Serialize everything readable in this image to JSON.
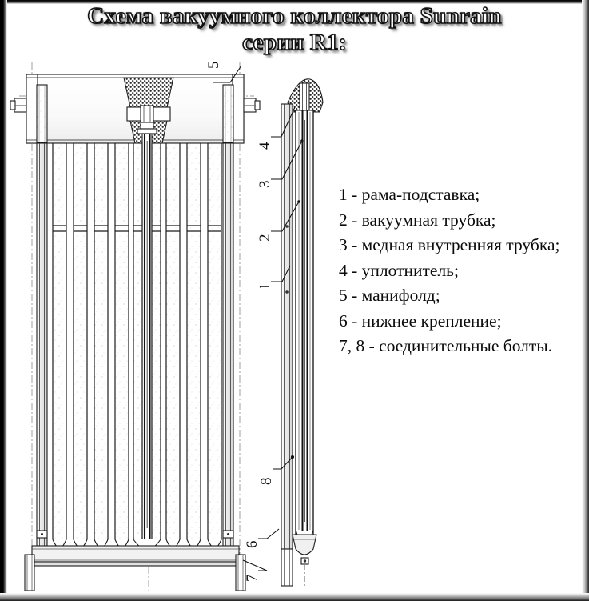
{
  "title": {
    "line1": "Схема вакуумного коллектора Sunrain",
    "line2": "серии R1:"
  },
  "legend": {
    "items": [
      "1 - рама-подставка;",
      "2 - вакуумная трубка;",
      "3 - медная внутренняя трубка;",
      "4 - уплотнитель;",
      "5 - манифолд;",
      "6 - нижнее крепление;",
      "7, 8 - соединительные болты."
    ]
  },
  "callouts": {
    "c1": "1",
    "c2": "2",
    "c3": "3",
    "c4": "4",
    "c5": "5",
    "c6": "6",
    "c7": "7",
    "c8": "8"
  },
  "diagram": {
    "front_view_name": "front-elevation-collector",
    "side_view_name": "side-section-single-tube",
    "tube_count": 10,
    "colors": {
      "line": "#1b1b1b",
      "line_light": "#555555",
      "fill": "#ffffff",
      "hatch": "#3a3a3a",
      "shade": "#e9e9e9",
      "frame": "#000000"
    }
  }
}
